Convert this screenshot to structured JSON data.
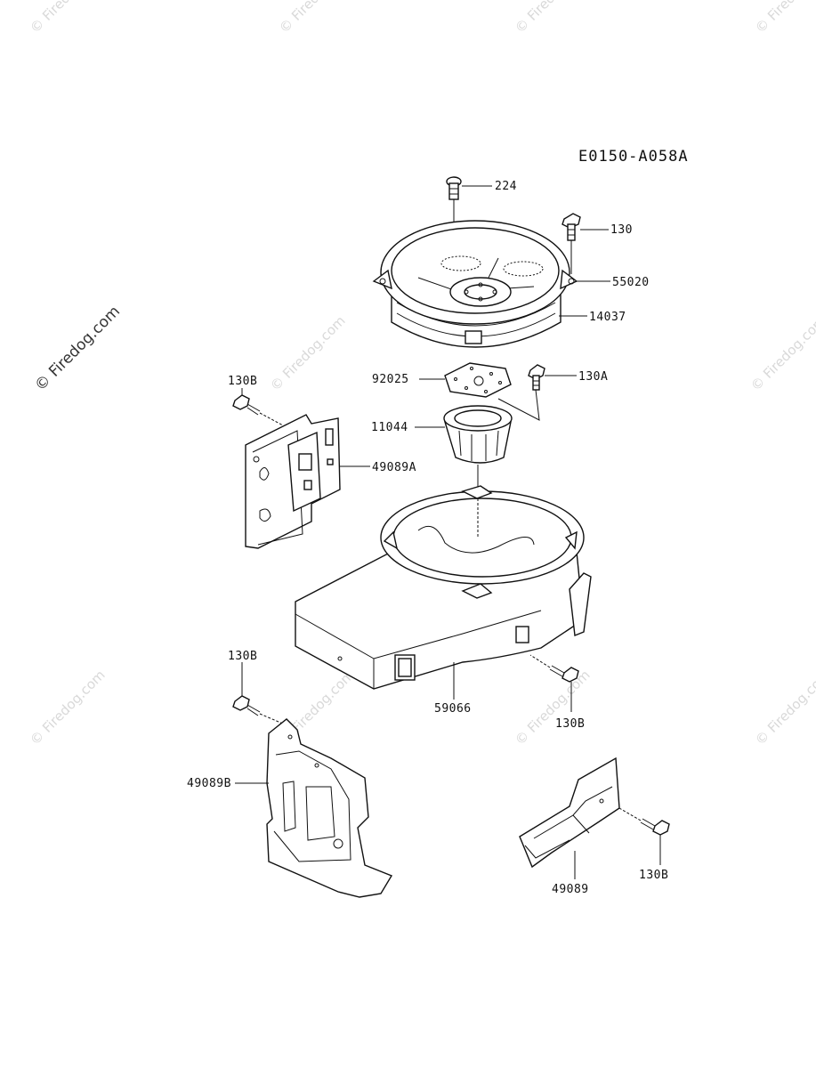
{
  "diagram_code": "E0150-A058A",
  "watermark_text": "© Firedog.com",
  "callouts": {
    "c224": "224",
    "c130": "130",
    "c55020": "55020",
    "c14037": "14037",
    "c130A": "130A",
    "c92025": "92025",
    "c11044": "11044",
    "c130B_top": "130B",
    "c49089A": "49089A",
    "c59066": "59066",
    "c130B_mid_left": "130B",
    "c130B_mid_right": "130B",
    "c49089B": "49089B",
    "c49089": "49089",
    "c130B_bottom": "130B"
  }
}
